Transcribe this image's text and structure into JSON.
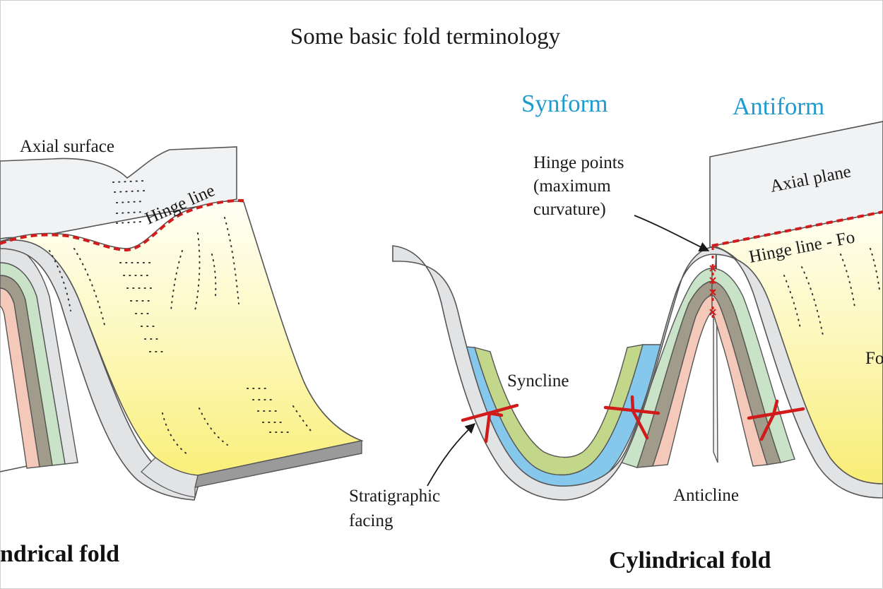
{
  "title": "Some basic fold terminology",
  "left_panel": {
    "axial_surface_label": "Axial surface",
    "hinge_line_label": "Hinge line",
    "caption": "ndrical fold"
  },
  "right_panel": {
    "synform_label": "Synform",
    "antiform_label": "Antiform",
    "hinge_points_label": [
      "Hinge points",
      "(maximum",
      "curvature)"
    ],
    "axial_plane_label": "Axial plane",
    "hinge_line_label": "Hinge line - Fo",
    "fold_partial_label": "Fo",
    "syncline_label": "Syncline",
    "anticline_label": "Anticline",
    "stratigraphic_facing_label": [
      "Stratigraphic",
      "facing"
    ],
    "caption": "Cylindrical fold"
  },
  "colors": {
    "accent_blue": "#1f9bd0",
    "hinge_red": "#d01c1c",
    "layer_grey": "#e2e3e5",
    "layer_green": "#c8e3c8",
    "layer_taupe": "#a19b8b",
    "layer_pink": "#f5c9b9",
    "layer_blue": "#86c8ec",
    "layer_olive": "#c2d789",
    "surface_yellow": "#fbf59a"
  }
}
